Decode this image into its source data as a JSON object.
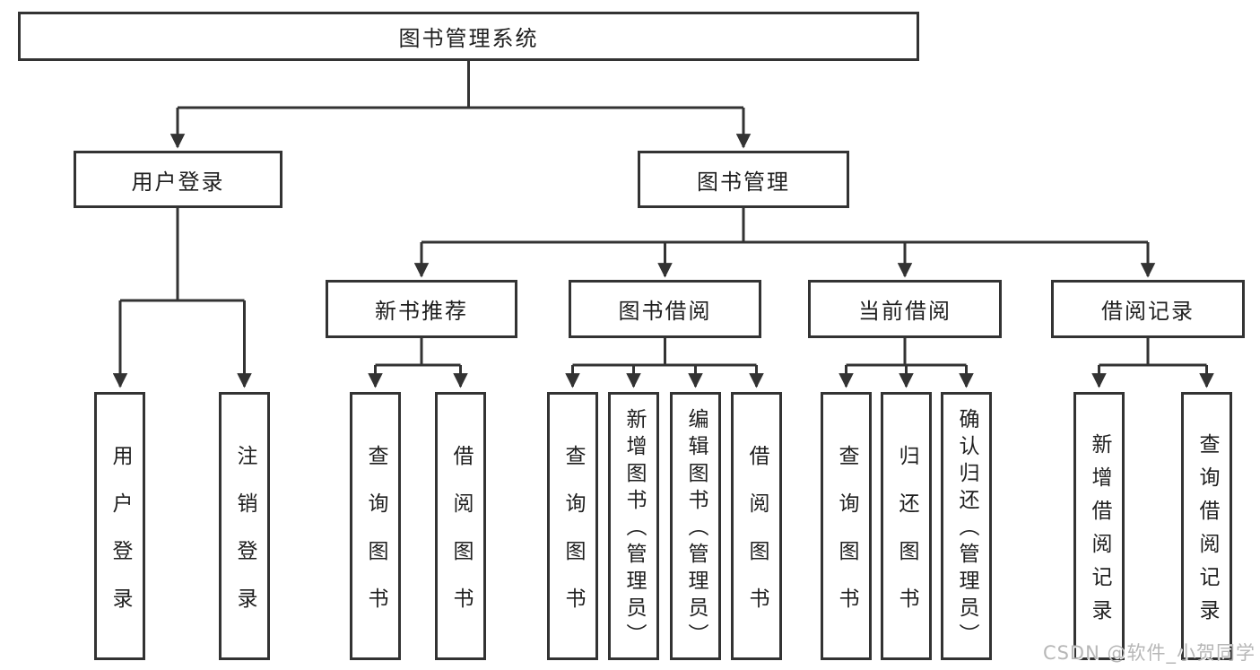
{
  "diagram": {
    "root": {
      "label": "图书管理系统"
    },
    "branches": [
      {
        "label": "用户登录",
        "leaves": [
          "用户登录",
          "注销登录"
        ]
      },
      {
        "label": "图书管理",
        "sections": [
          {
            "label": "新书推荐",
            "leaves": [
              "查询图书",
              "借阅图书"
            ]
          },
          {
            "label": "图书借阅",
            "leaves": [
              "查询图书",
              "新增图书（管理员）",
              "编辑图书（管理员）",
              "借阅图书"
            ]
          },
          {
            "label": "当前借阅",
            "leaves": [
              "查询图书",
              "归还图书",
              "确认归还（管理员）"
            ]
          },
          {
            "label": "借阅记录",
            "leaves": [
              "新增借阅记录",
              "查询借阅记录"
            ]
          }
        ]
      }
    ]
  },
  "watermark": {
    "text": "CSDN @软件_小贺同学"
  },
  "colors": {
    "line": "#333333",
    "text": "#1f1f1f",
    "box_background": "#ffffff",
    "watermark": "#b7b7b7",
    "background": "#ffffff"
  }
}
